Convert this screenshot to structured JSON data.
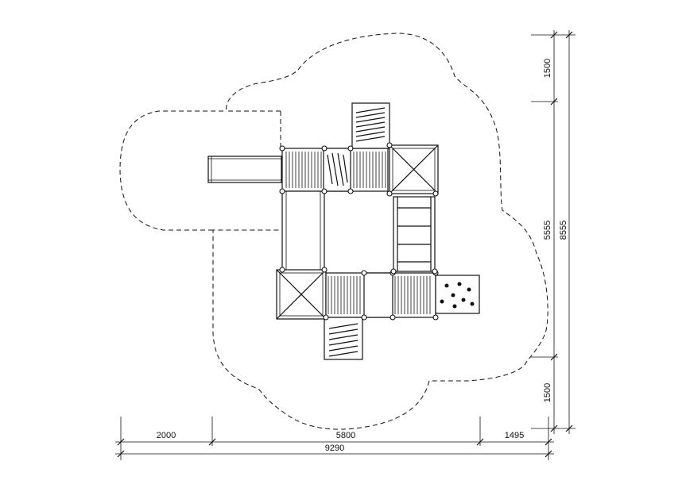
{
  "dimensions": {
    "bottom_row": [
      "2000",
      "5800",
      "1495"
    ],
    "bottom_total": "9290",
    "right_column": [
      "1500",
      "5555",
      "1500"
    ],
    "right_total": "8555"
  }
}
